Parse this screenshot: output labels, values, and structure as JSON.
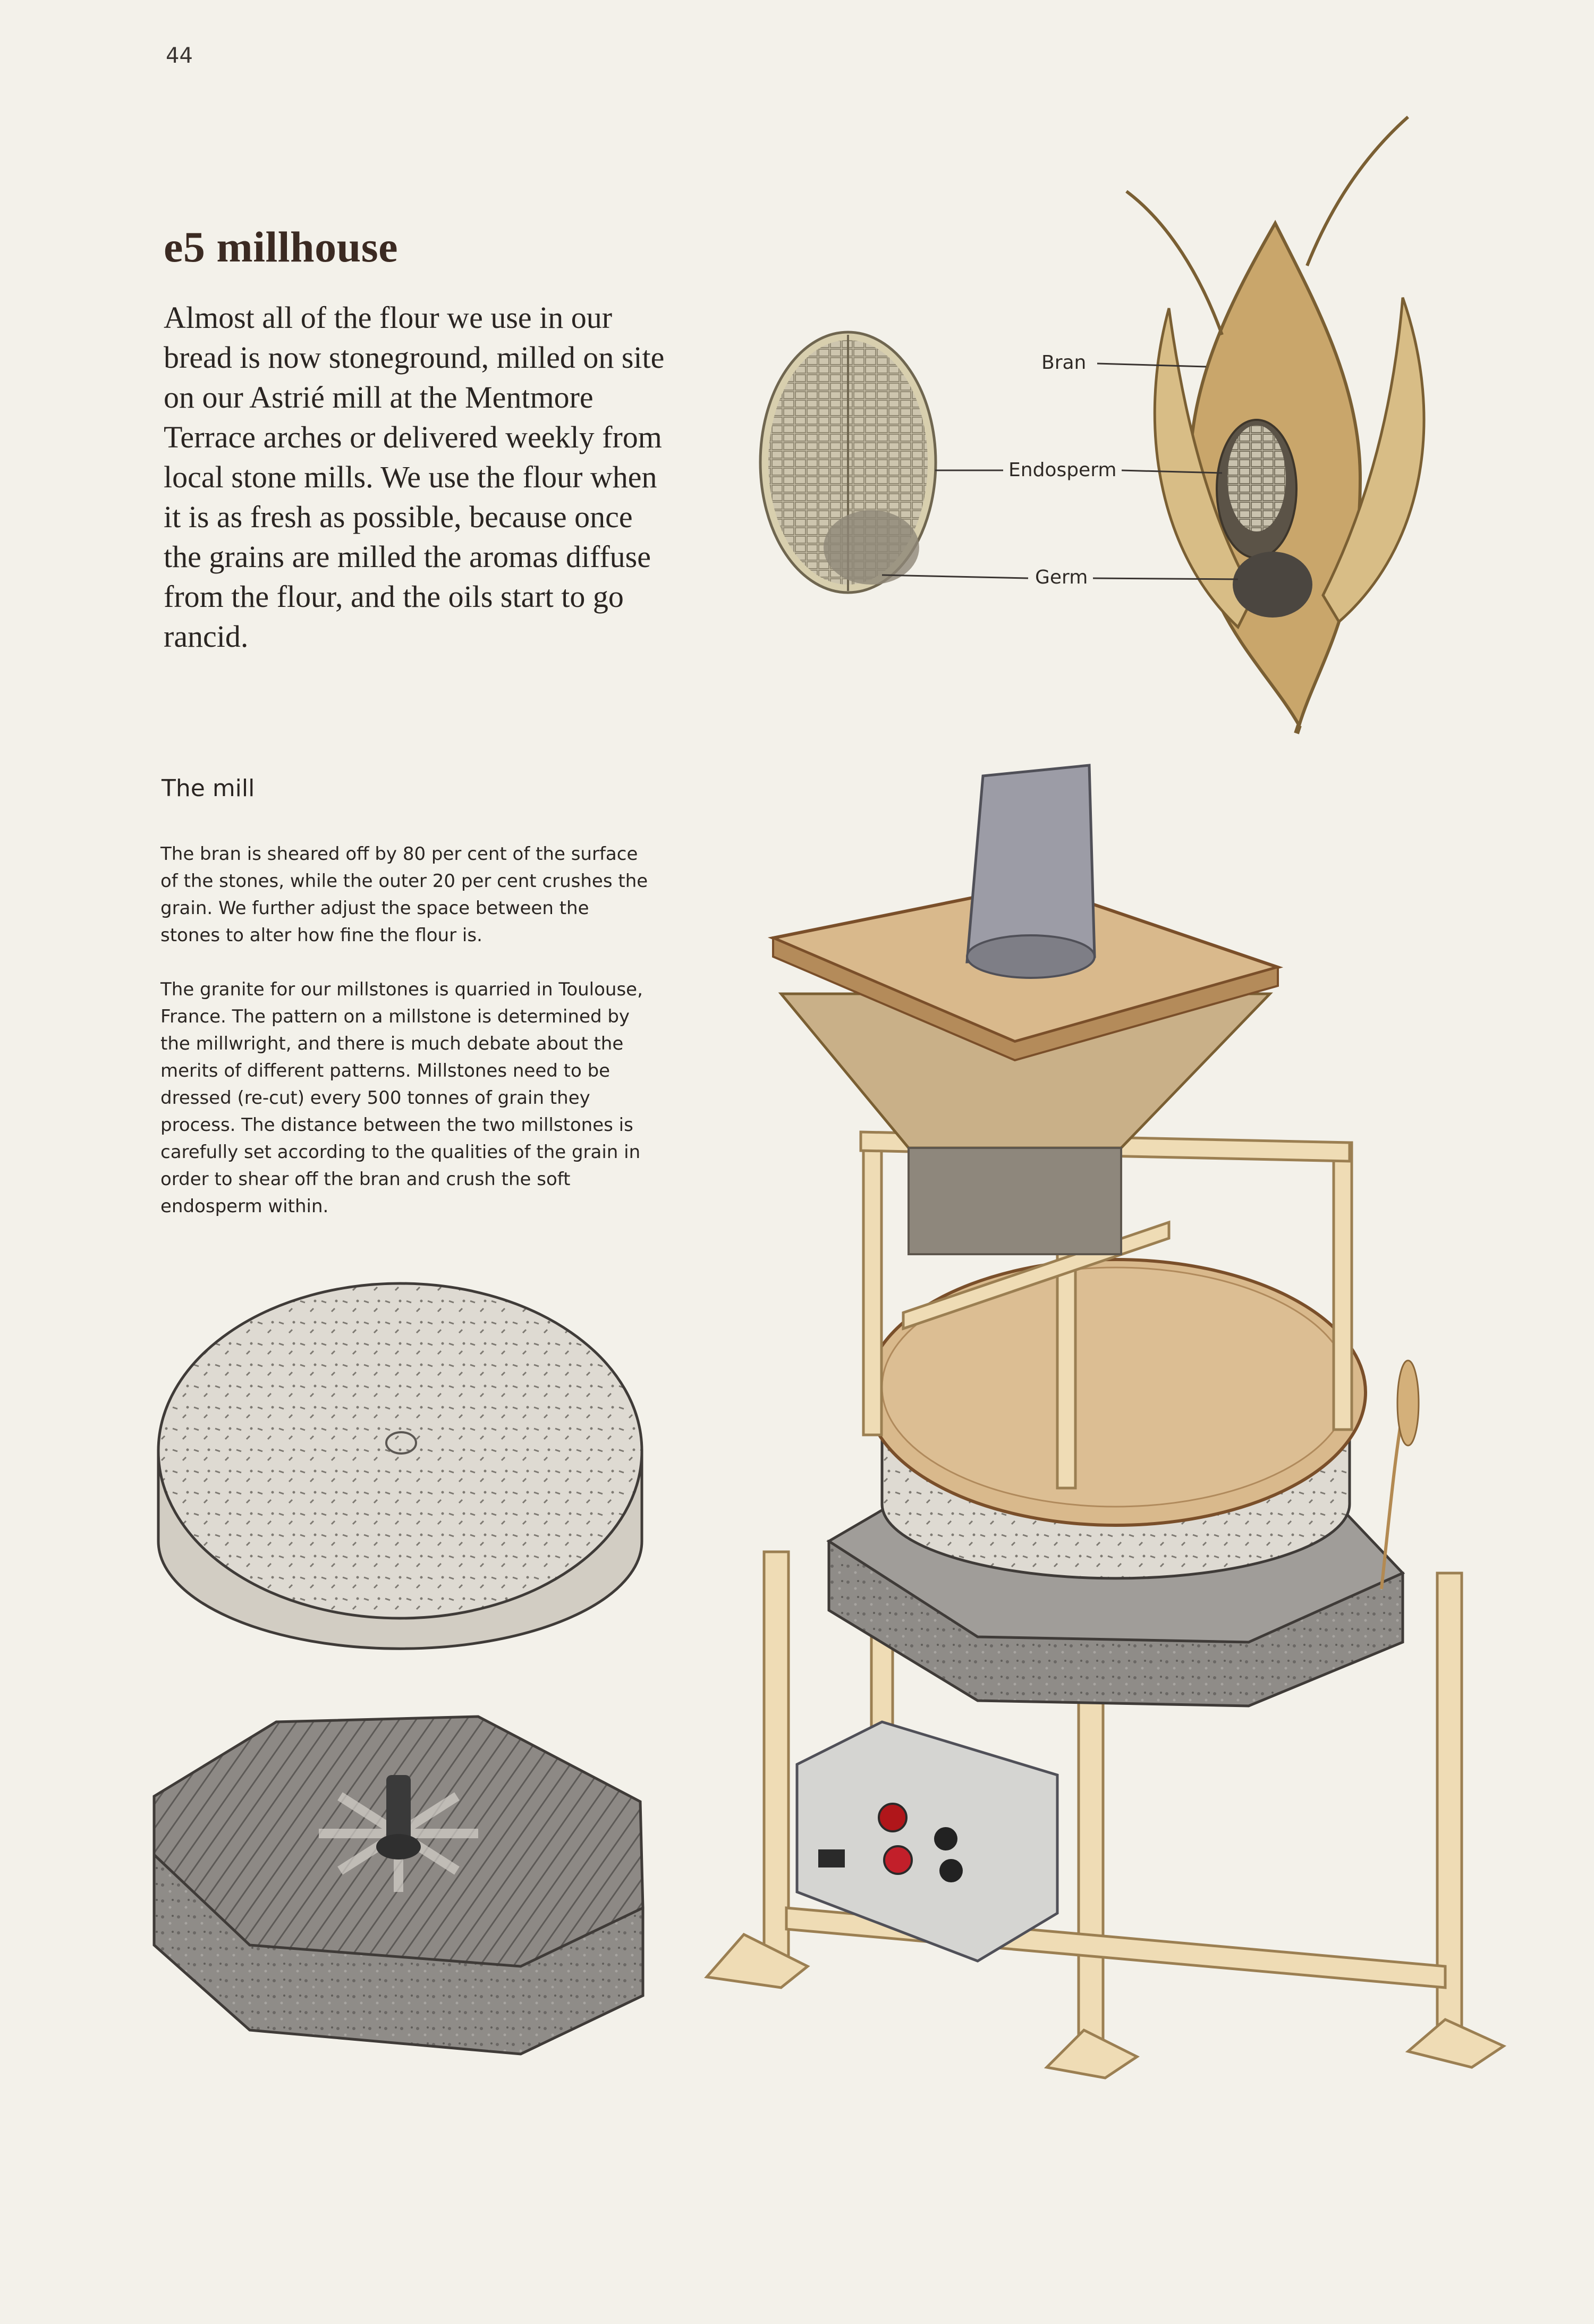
{
  "page": {
    "number": "44"
  },
  "heading": {
    "title": "e5 millhouse"
  },
  "intro": "Almost all of the flour we use in our bread is now stoneground, milled on site on our Astrié mill at the Mentmore Terrace arches or delivered weekly from local stone mills. We use the flour when it is as fresh as possible, because once the grains are milled the aromas diffuse from the flour, and the oils start to go rancid.",
  "section": {
    "heading": "The mill",
    "paragraphs": [
      "The bran is sheared off by 80 per cent of the surface of the stones, while the outer 20 per cent crushes the grain. We further adjust the space between the stones to alter how fine the flour is.",
      "The granite for our millstones is quarried in Toulouse, France. The pattern on a millstone is determined by the millwright, and there is much debate about the merits of different patterns. Millstones need to be dressed (re-cut) every 500 tonnes of grain they process. The distance between the two millstones is carefully set according to the qualities of the grain in order to shear off the bran and crush the soft endosperm within."
    ]
  },
  "grain_diagram": {
    "labels": {
      "bran": "Bran",
      "endosperm": "Endosperm",
      "germ": "Germ"
    }
  },
  "colors": {
    "paper": "#f3f1ea",
    "title": "#3b2a22",
    "wood": "#d9b98c",
    "frame": "#efdcb5",
    "granite": "#8a8784",
    "stone_light": "#dedad2",
    "husk": "#c9a66b"
  }
}
